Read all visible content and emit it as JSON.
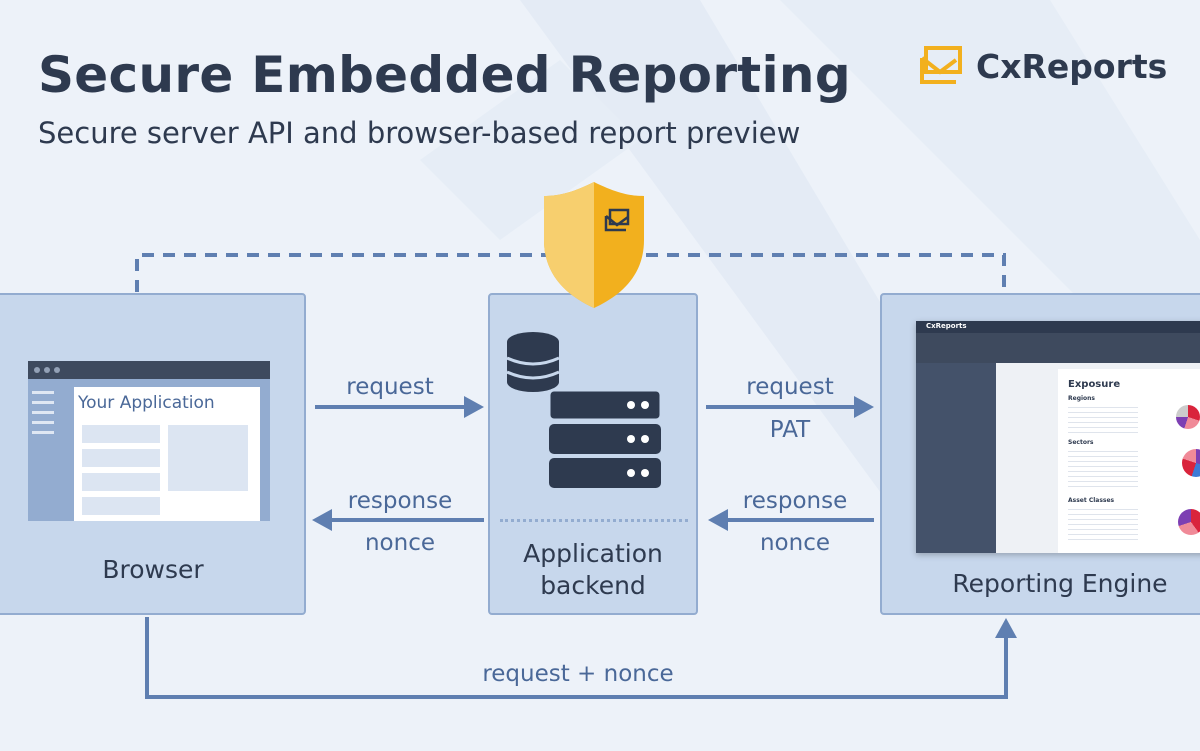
{
  "header": {
    "title": "Secure Embedded Reporting",
    "subtitle": "Secure server API and browser-based report preview"
  },
  "brand": {
    "name": "CxReports",
    "icon": "envelope-logo-icon",
    "color": "#f2b01e"
  },
  "nodes": {
    "browser": {
      "label": "Browser",
      "app_window_title": "Your Application"
    },
    "backend": {
      "label_line1": "Application",
      "label_line2": "backend"
    },
    "engine": {
      "label": "Reporting Engine"
    }
  },
  "arrows": {
    "browser_to_backend": "request",
    "backend_to_browser_1": "response",
    "backend_to_browser_2": "nonce",
    "backend_to_engine_1": "request",
    "backend_to_engine_2": "PAT",
    "engine_to_backend_1": "response",
    "engine_to_backend_2": "nonce",
    "browser_to_engine": "request + nonce"
  },
  "report_preview": {
    "app_name": "CxReports",
    "doc_title": "Exposure",
    "sections": [
      "Regions",
      "Sectors",
      "Asset Classes"
    ]
  },
  "colors": {
    "box_fill": "#c7d7ec",
    "box_border": "#93acd0",
    "arrow": "#5f7fb1",
    "text": "#2e3a4f",
    "shield": "#f2b01e"
  }
}
